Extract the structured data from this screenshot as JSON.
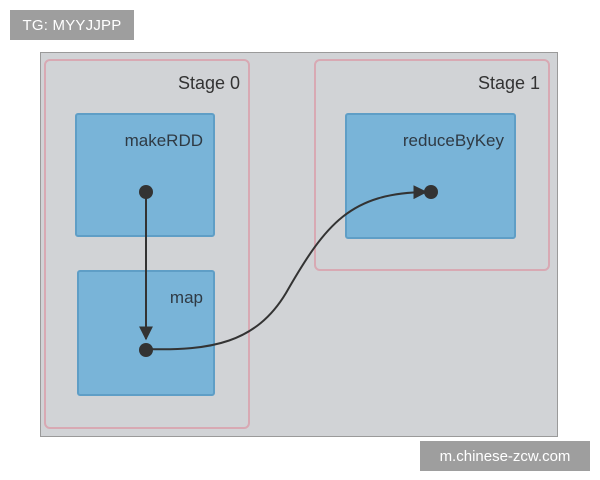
{
  "watermark_top": "TG: MYYJJPP",
  "watermark_bottom": "m.chinese-zcw.com",
  "stages": [
    {
      "label": "Stage 0"
    },
    {
      "label": "Stage 1"
    }
  ],
  "rdds": [
    {
      "label": "makeRDD"
    },
    {
      "label": "map"
    },
    {
      "label": "reduceByKey"
    }
  ],
  "colors": {
    "canvas": "#d1d3d6",
    "stage_border": "#d8a9b3",
    "rdd_fill": "#79b4d8",
    "rdd_border": "#5f9ec6",
    "edge": "#333333"
  }
}
